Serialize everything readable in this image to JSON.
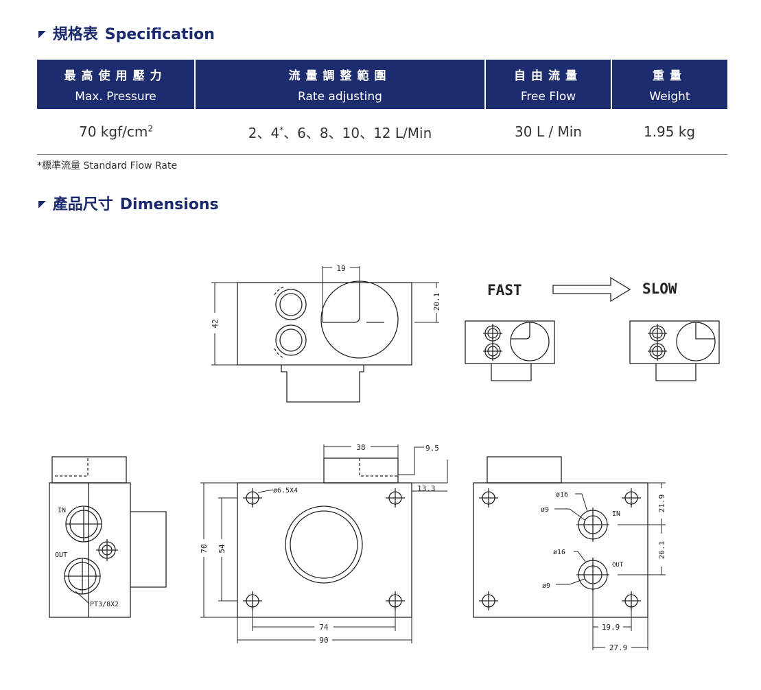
{
  "spec_heading": {
    "zh": "規格表",
    "en": "Specification"
  },
  "table": {
    "headers": [
      {
        "zh": "最高使用壓力",
        "en": "Max. Pressure"
      },
      {
        "zh": "流量調整範圍",
        "en": "Rate adjusting"
      },
      {
        "zh": "自由流量",
        "en": "Free Flow"
      },
      {
        "zh": "重量",
        "en": "Weight"
      }
    ],
    "row": {
      "pressure": "70 kgf/cm",
      "pressure_sup": "2",
      "rate_a": "2、4",
      "rate_star": "*",
      "rate_b": "、6、8、10、12 L/Min",
      "free_flow": "30 L / Min",
      "weight": "1.95 kg"
    }
  },
  "note": "*標準流量 Standard Flow Rate",
  "dim_heading": {
    "zh": "產品尺寸",
    "en": "Dimensions"
  },
  "drawing": {
    "fast": "FAST",
    "slow": "SLOW",
    "d_19": "19",
    "d_20_1": "20.1",
    "d_42": "42",
    "d_38": "38",
    "d_9_5": "9.5",
    "d_13_3": "13.3",
    "d_6_5x4": "ø6.5X4",
    "d_70": "70",
    "d_54": "54",
    "d_74": "74",
    "d_90": "90",
    "in": "IN",
    "out": "OUT",
    "pt": "PT3/8X2",
    "d_16": "ø16",
    "d_9": "ø9",
    "d_21_9": "21.9",
    "d_26_1": "26.1",
    "d_19_9": "19.9",
    "d_27_9": "27.9"
  }
}
